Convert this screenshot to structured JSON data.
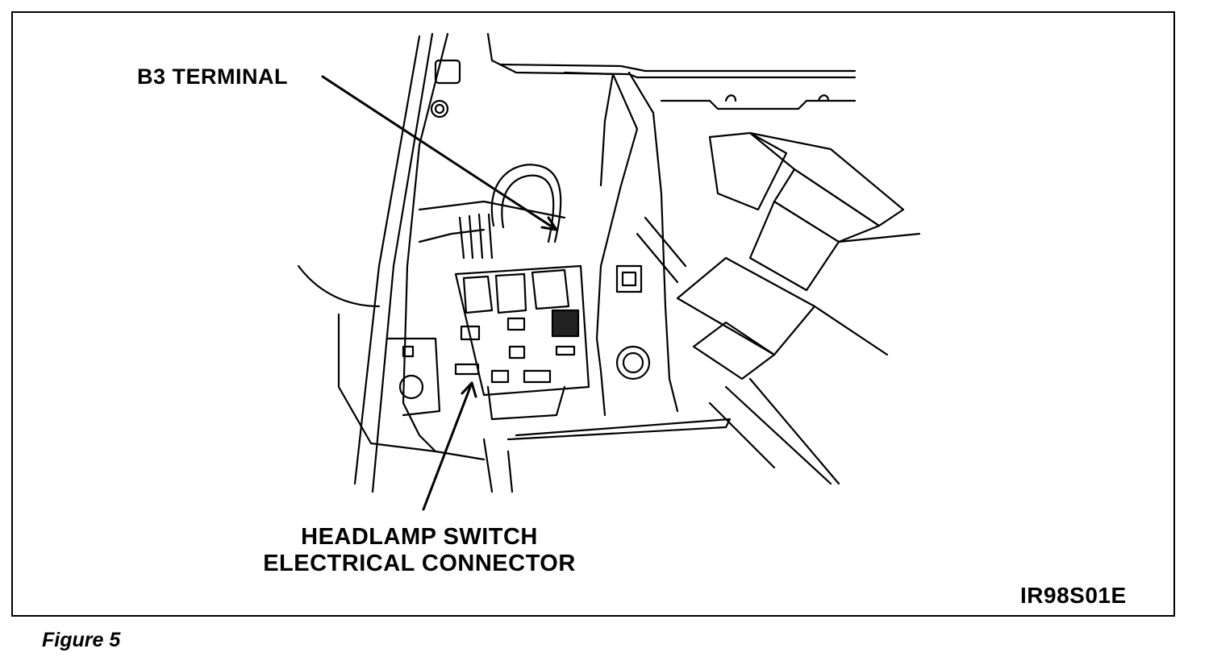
{
  "diagram": {
    "label_b3_terminal": "B3 TERMINAL",
    "label_connector_line1": "HEADLAMP SWITCH",
    "label_connector_line2": "ELECTRICAL CONNECTOR",
    "figure_code": "IR98S01E"
  },
  "caption": "Figure 5"
}
